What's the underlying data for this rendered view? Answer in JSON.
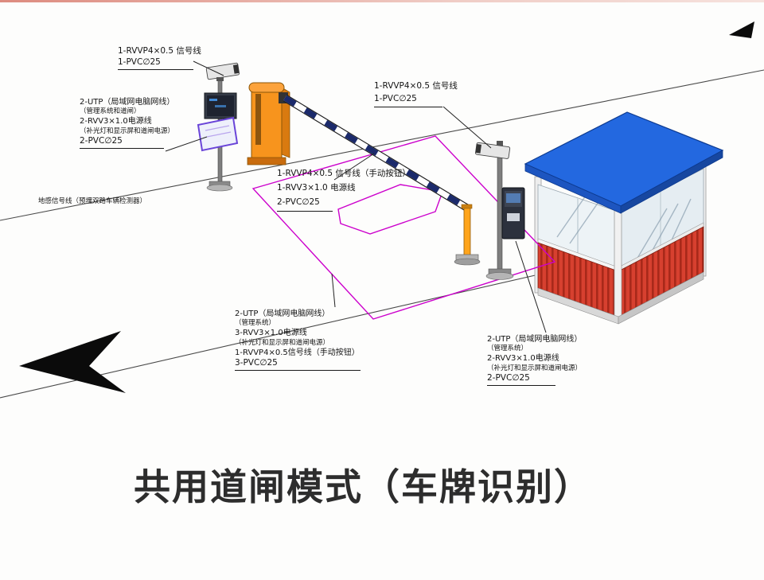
{
  "title": "共用道闸模式（车牌识别）",
  "colors": {
    "barrier_body": "#f7941d",
    "barrier_side": "#d97a10",
    "arm_stripe": "#1b2a6b",
    "booth_roof": "#2368e0",
    "booth_roof_edge": "#1747a0",
    "booth_wall": "#d7402f",
    "booth_wall_stripe": "#a8291a",
    "zone_outline": "#cc00cc"
  },
  "annotations": {
    "camera_left": {
      "lines": [
        "1-RVVP4×0.5 信号线",
        "1-PVC∅25"
      ]
    },
    "pole_left_cables": {
      "lines": [
        "2-UTP（局域网电脑网线）",
        "（管理系统和道闸）",
        "2-RVV3×1.0电源线",
        "（补光灯和显示屏和道闸电源）",
        "2-PVC∅25"
      ]
    },
    "ground_sensor": {
      "lines": [
        "地感信号线（预埋双路车辆检测器）"
      ]
    },
    "barrier_cables": {
      "lines": [
        "1-RVVP4×0.5 信号线（手动按钮）",
        "1-RVV3×1.0 电源线",
        "2-PVC∅25"
      ]
    },
    "camera_right": {
      "lines": [
        "1-RVVP4×0.5 信号线",
        "1-PVC∅25"
      ]
    },
    "lane_cables": {
      "lines": [
        "2-UTP（局域网电脑网线）",
        "（管理系统）",
        "3-RVV3×1.0电源线",
        "（补光灯和显示屏和道闸电源）",
        "1-RVVP4×0.5信号线（手动按钮）",
        "3-PVC∅25"
      ]
    },
    "booth_cables": {
      "lines": [
        "2-UTP（局域网电脑网线）",
        "（管理系统）",
        "2-RVV3×1.0电源线",
        "（补光灯和显示屏和道闸电源）",
        "2-PVC∅25"
      ]
    }
  }
}
